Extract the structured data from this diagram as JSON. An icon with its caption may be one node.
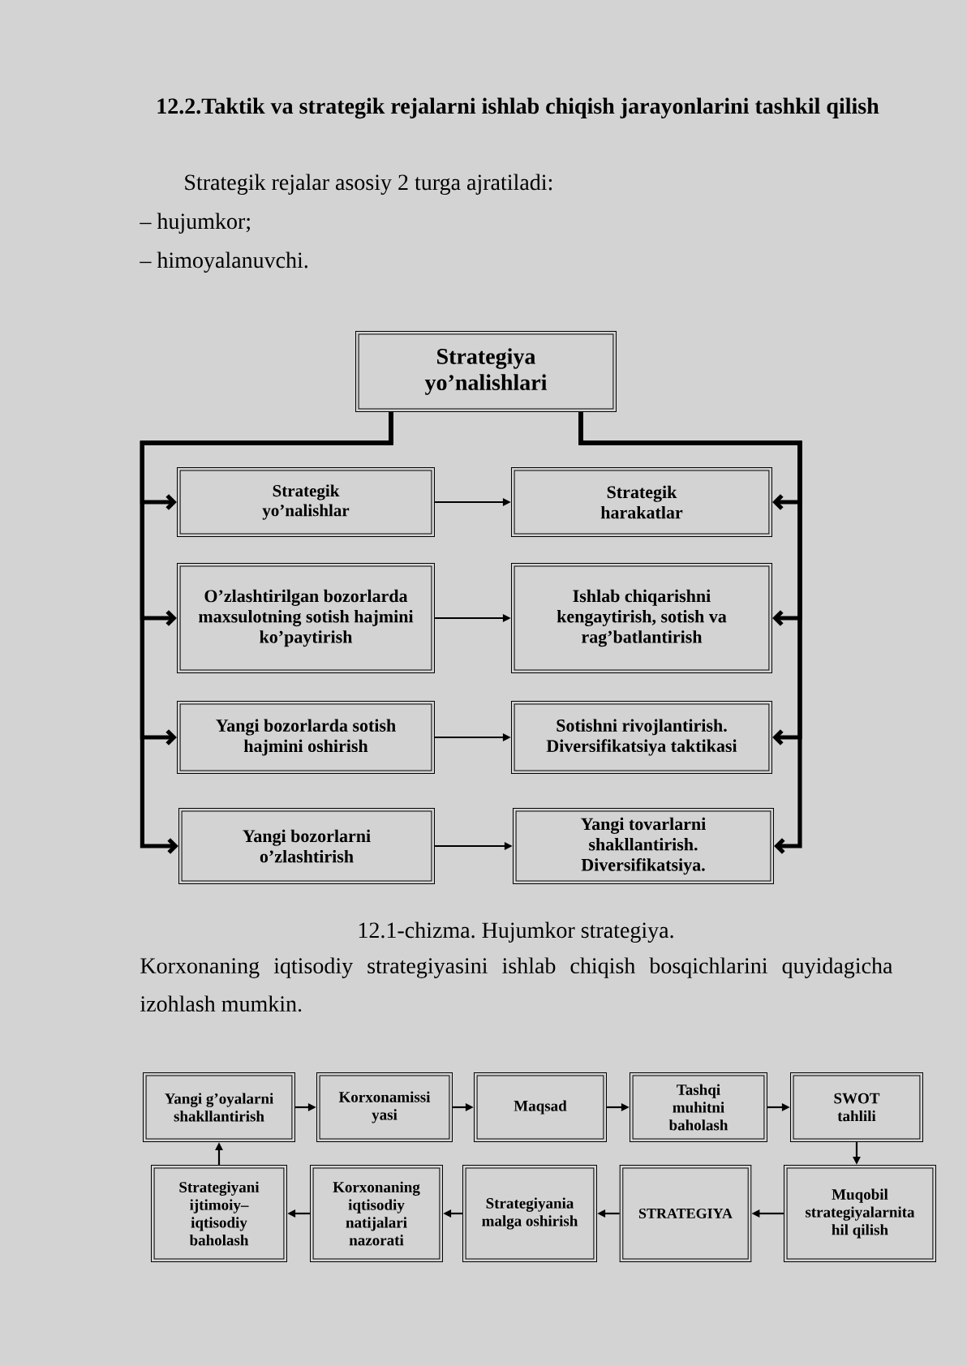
{
  "diagram": {
    "title": "12.2.Taktik va strategik rejalarni ishlab chiqish jarayonlarini tashkil qilish",
    "caption": "12.1-chizma. Hujumkor strategiya.",
    "nodes": [
      {
        "text": [
          "Strategiya yo’nalishlari"
        ]
      },
      {
        "text": [
          "Strategik yo’nalishlar"
        ]
      },
      {
        "text": [
          "Strategik harakatlar"
        ]
      },
      {
        "text": [
          "O’zlashtirilgan bozorlarda maxsulotning sotish hajmini ko’paytirish"
        ]
      },
      {
        "text": [
          "Ishlab chiqarishni kengaytirish, sotish va rag’batlantirish"
        ]
      },
      {
        "text": [
          "Yangi bozorlarda sotish hajmini oshirish"
        ]
      },
      {
        "text": [
          "Sotishni rivojlantirish. Diversifikatsiya taktikasi"
        ]
      },
      {
        "text": [
          "Yangi bozorlarni o’zlashtirish"
        ]
      },
      {
        "text": [
          "Yangi tovarlarni shakllantirish. Diversifikatsiya."
        ]
      },
      {
        "text": [
          "Yangi g’oyalarni shakllantirish"
        ]
      },
      {
        "text": [
          "Korxonamissi yasi"
        ]
      },
      {
        "text": [
          "Maqsad"
        ]
      },
      {
        "text": [
          "Tashqi muhitni baholash"
        ]
      },
      {
        "text": [
          "SWOT tahlili"
        ]
      },
      {
        "text": [
          "Muqobil strategiyalarnita hil qilish"
        ]
      },
      {
        "text": [
          "STRATEGIYA"
        ]
      },
      {
        "text": [
          "Strategiyania malga oshirish"
        ]
      },
      {
        "text": [
          "Korxonaning iqtisodiy natijalari nazorati"
        ]
      },
      {
        "text": [
          "Strategiyani ijtimoiy– iqtisodiy baholash"
        ]
      }
    ],
    "edges": [
      {
        "from": 0,
        "to": 1,
        "arrow": "to",
        "style": "thick"
      },
      {
        "from": 0,
        "to": 3,
        "arrow": "to",
        "style": "thick"
      },
      {
        "from": 0,
        "to": 5,
        "arrow": "to",
        "style": "thick"
      },
      {
        "from": 0,
        "to": 7,
        "arrow": "to",
        "style": "thick"
      },
      {
        "from": 0,
        "to": 2,
        "arrow": "to",
        "style": "thick"
      },
      {
        "from": 0,
        "to": 4,
        "arrow": "to",
        "style": "thick"
      },
      {
        "from": 0,
        "to": 6,
        "arrow": "to",
        "style": "thick"
      },
      {
        "from": 0,
        "to": 8,
        "arrow": "to",
        "style": "thick"
      },
      {
        "from": 1,
        "to": 2,
        "arrow": "to"
      },
      {
        "from": 3,
        "to": 4,
        "arrow": "to"
      },
      {
        "from": 5,
        "to": 6,
        "arrow": "to"
      },
      {
        "from": 7,
        "to": 8,
        "arrow": "to"
      },
      {
        "from": 9,
        "to": 10,
        "arrow": "to"
      },
      {
        "from": 10,
        "to": 11,
        "arrow": "to"
      },
      {
        "from": 11,
        "to": 12,
        "arrow": "to"
      },
      {
        "from": 12,
        "to": 13,
        "arrow": "to"
      },
      {
        "from": 13,
        "to": 14,
        "arrow": "to"
      },
      {
        "from": 14,
        "to": 15,
        "arrow": "to"
      },
      {
        "from": 15,
        "to": 16,
        "arrow": "to"
      },
      {
        "from": 16,
        "to": 17,
        "arrow": "to"
      },
      {
        "from": 17,
        "to": 18,
        "arrow": "to"
      },
      {
        "from": 18,
        "to": 9,
        "arrow": "to"
      }
    ],
    "labels": [
      "Strategik rejalar asosiy 2 turga ajratiladi:",
      "– hujumkor;",
      "– himoyalanuvchi.",
      "Korxonaning iqtisodiy strategiyasini ishlab chiqish bosqichlarini quyidagicha izohlash mumkin."
    ]
  }
}
